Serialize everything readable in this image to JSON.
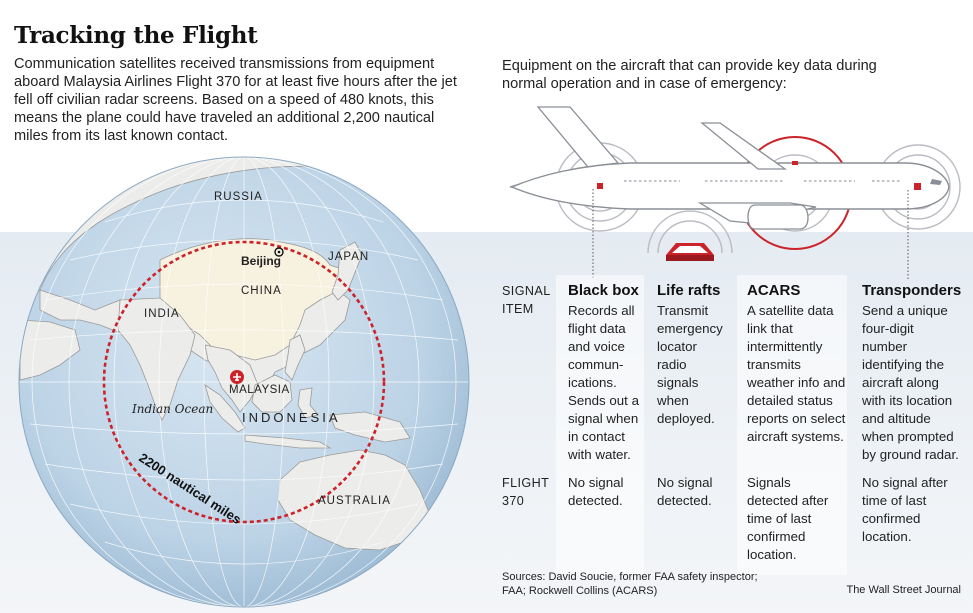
{
  "title": "Tracking the Flight",
  "intro": "Communication satellites received transmissions from equipment aboard Malaysia Airlines Flight 370 for at least five hours after the jet fell off civilian radar screens. Based on a speed of 480 knots, this means the plane could have traveled an additional 2,200 nautical miles from its last known contact.",
  "subtitle": "Equipment on the aircraft that can provide key data during normal operation and in case of emergency:",
  "map": {
    "labels": {
      "russia": "RUSSIA",
      "japan": "JAPAN",
      "beijing": "Beijing",
      "china": "CHINA",
      "india": "INDIA",
      "malaysia": "MALAYSIA",
      "indonesia": "INDONESIA",
      "indian_ocean": "Indian Ocean",
      "australia": "AUSTRALIA"
    },
    "range_label": "2200 nautical miles",
    "colors": {
      "range_ring": "#cc2229",
      "ocean": "#c5d9ea",
      "land": "#ececea",
      "china_land": "#f7f1df"
    }
  },
  "table": {
    "row_labels": {
      "signal": "SIGNAL\nITEM",
      "flight": "FLIGHT\n370"
    },
    "items": [
      {
        "name": "Black box",
        "description": "Records all flight data and voice commun-ications. Sends out a signal when in contact with water.",
        "flight370": "No signal detected."
      },
      {
        "name": "Life rafts",
        "description": "Transmit emergency locator radio signals when deployed.",
        "flight370": "No signal detected."
      },
      {
        "name": "ACARS",
        "description": "A satellite data link that intermittently transmits weather info and detailed status reports on select aircraft systems.",
        "flight370": "Signals detected after time of last confirmed location."
      },
      {
        "name": "Transponders",
        "description": "Send a unique four-digit number identifying the aircraft along with its location and altitude when prompted by ground radar.",
        "flight370": "No signal after time of last confirmed location."
      }
    ]
  },
  "sources": "Sources: David Soucie, former FAA safety inspector;\nFAA; Rockwell Collins (ACARS)",
  "credit": "The Wall Street Journal",
  "colors": {
    "accent_red": "#cc2229",
    "signal_ring": "#b9bcc2"
  }
}
